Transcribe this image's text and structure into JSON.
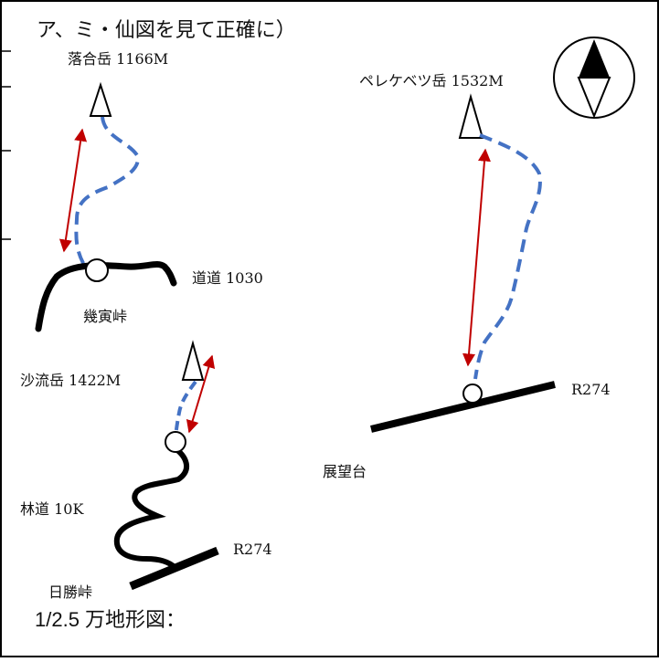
{
  "header": {
    "title": "ア、ミ・仙図を見て正確に）"
  },
  "peaks": [
    {
      "name": "落合岳 1166M"
    },
    {
      "name": "ペレケベツ岳 1532M"
    },
    {
      "name": "沙流岳 1422M"
    }
  ],
  "roads": {
    "road_dodo": "道道 1030",
    "pass_ikutora": "幾寅峠",
    "r274_right": "R274",
    "viewpoint": "展望台",
    "rindo": "林道 10K",
    "r274_bottom": "R274",
    "pass_hidaka": "日勝峠"
  },
  "footer": {
    "scale_label": "1/2.5 万地形図："
  },
  "colors": {
    "trail": "#4472c4",
    "arrow": "#c00000",
    "road": "#000000"
  },
  "icons": [
    "compass-north-arrow-icon",
    "peak-triangle-icon",
    "trailhead-circle-icon"
  ]
}
